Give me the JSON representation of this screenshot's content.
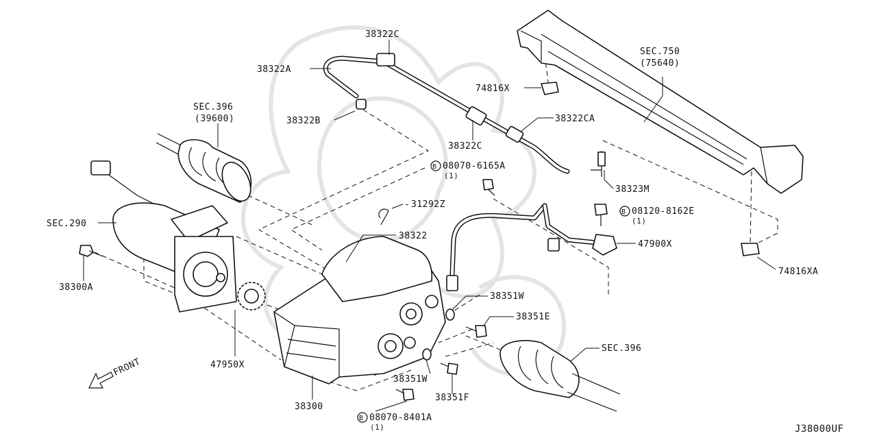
{
  "diagram_code": "J38000UF",
  "callouts": {
    "p38322c_top": "38322C",
    "p38322a": "38322A",
    "p38322b": "38322B",
    "p38322c_mid": "38322C",
    "p38322ca": "38322CA",
    "sec750": "SEC.750",
    "sec750_ref": "(75640)",
    "p74816x": "74816X",
    "p08070_6165a": "08070-6165A",
    "p08070_6165a_qty": "(1)",
    "p38323m": "38323M",
    "sec396_top": "SEC.396",
    "sec396_top_ref": "(39600)",
    "p31292z": "31292Z",
    "p08120_8162e": "08120-8162E",
    "p08120_8162e_qty": "(1)",
    "sec290": "SEC.290",
    "p38322": "38322",
    "p47900x": "47900X",
    "p74816xa": "74816XA",
    "p38300a": "38300A",
    "p38351w_top": "38351W",
    "p38351e": "38351E",
    "sec396_bottom": "SEC.396",
    "p47950x": "47950X",
    "p38351w_bottom": "38351W",
    "p38351f": "38351F",
    "p38300": "38300",
    "p08070_8401a": "08070-8401A",
    "p08070_8401a_qty": "(1)",
    "front": "FRONT",
    "bolt_mark": "B"
  },
  "colors": {
    "line": "#111111",
    "watermark": "#e4e4e4",
    "background": "#ffffff"
  }
}
